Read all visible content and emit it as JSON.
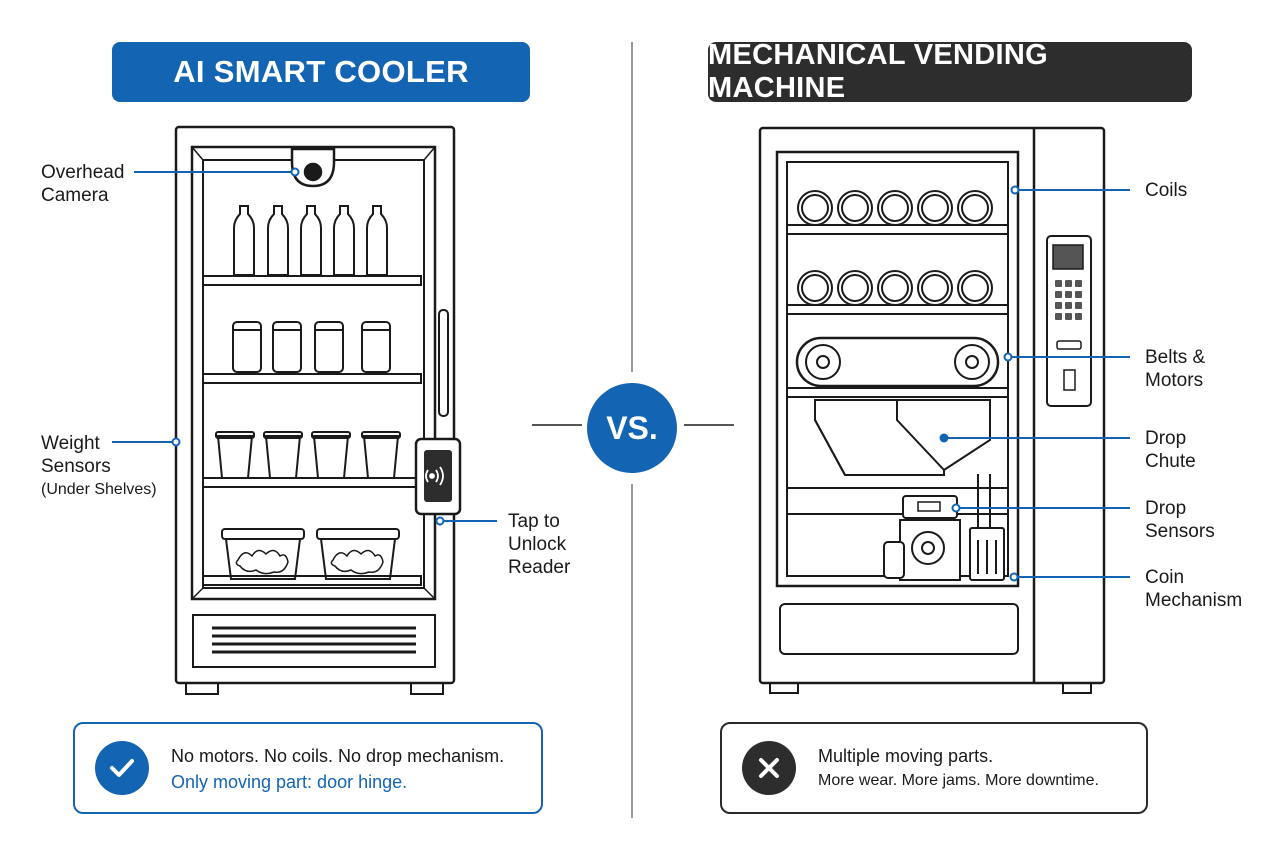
{
  "titles": {
    "left": "AI SMART COOLER",
    "right": "MECHANICAL VENDING MACHINE"
  },
  "vs_label": "VS.",
  "left_labels": {
    "camera_l1": "Overhead",
    "camera_l2": "Camera",
    "weight_l1": "Weight",
    "weight_l2": "Sensors",
    "weight_l3": "(Under Shelves)",
    "tap_l1": "Tap to",
    "tap_l2": "Unlock",
    "tap_l3": "Reader"
  },
  "right_labels": {
    "coils": "Coils",
    "belts_l1": "Belts &",
    "belts_l2": "Motors",
    "chute_l1": "Drop",
    "chute_l2": "Chute",
    "sensors_l1": "Drop",
    "sensors_l2": "Sensors",
    "coin_l1": "Coin",
    "coin_l2": "Mechanism"
  },
  "cards": {
    "left_line1": "No motors. No coils. No drop mechanism.",
    "left_line2": "Only moving part: door hinge.",
    "right_line1": "Multiple moving parts.",
    "right_line2": "More wear. More jams. More downtime."
  },
  "icons": {
    "left_card": "check-icon",
    "right_card": "x-icon",
    "reader": "nfc-icon"
  },
  "colors": {
    "blue": "#1464b4",
    "dark": "#2d2d2d",
    "line": "#1a1a1a"
  }
}
